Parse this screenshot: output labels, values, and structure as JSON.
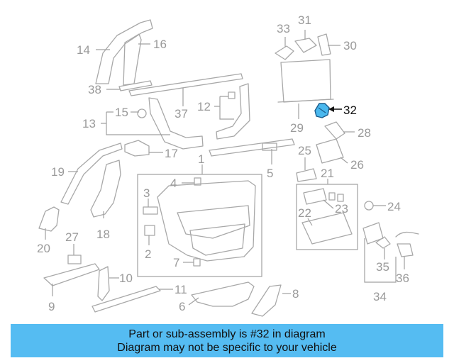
{
  "diagram": {
    "highlight_part": "32",
    "highlight_color": "#4ab8ee",
    "callouts": {
      "c1": "1",
      "c2": "2",
      "c3": "3",
      "c4": "4",
      "c5": "5",
      "c6": "6",
      "c7": "7",
      "c8": "8",
      "c9": "9",
      "c10": "10",
      "c11": "11",
      "c12": "12",
      "c13": "13",
      "c14": "14",
      "c15": "15",
      "c16": "16",
      "c17": "17",
      "c18": "18",
      "c19": "19",
      "c20": "20",
      "c21": "21",
      "c22": "22",
      "c23": "23",
      "c24": "24",
      "c25": "25",
      "c26": "26",
      "c27": "27",
      "c28": "28",
      "c29": "29",
      "c30": "30",
      "c31": "31",
      "c32": "32",
      "c33": "33",
      "c34": "34",
      "c35": "35",
      "c36": "36",
      "c37": "37",
      "c38": "38"
    }
  },
  "caption": {
    "line1": "Part or sub-assembly is #32 in diagram",
    "line2": "Diagram may not be specific to your vehicle",
    "background": "#55bcf2"
  }
}
